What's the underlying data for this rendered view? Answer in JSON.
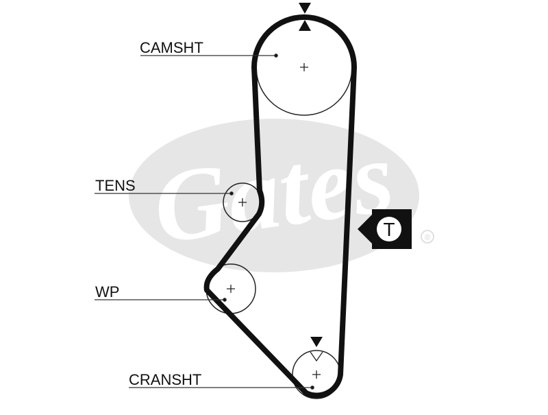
{
  "diagram": {
    "labels": {
      "camshaft": "CAMSHT",
      "tensioner": "TENS",
      "water_pump": "WP",
      "crankshaft": "CRANSHT"
    },
    "tension_badge": "T",
    "watermark": {
      "brand": "Gates",
      "registered_mark": "®"
    },
    "colors": {
      "belt": "#111111",
      "pulley_outline": "#222222",
      "watermark": "#e6e6e6",
      "badge_bg": "#111111",
      "background": "#ffffff"
    }
  }
}
